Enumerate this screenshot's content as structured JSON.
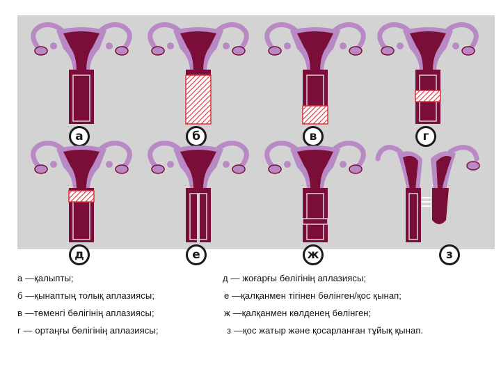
{
  "figure": {
    "colors": {
      "panel_bg": "#d3d3d3",
      "tube_lilac": "#b889c4",
      "tissue_maroon": "#7a0e38",
      "hatch_red": "#e0303a"
    },
    "panels": [
      {
        "label": "а",
        "variant": "normal"
      },
      {
        "label": "б",
        "variant": "complete-aplasia"
      },
      {
        "label": "в",
        "variant": "lower-aplasia"
      },
      {
        "label": "г",
        "variant": "middle-aplasia"
      },
      {
        "label": "д",
        "variant": "upper-aplasia"
      },
      {
        "label": "е",
        "variant": "longitudinal-septum"
      },
      {
        "label": "ж",
        "variant": "transverse-septum"
      },
      {
        "label": "з",
        "variant": "double-uterus"
      }
    ]
  },
  "legend": {
    "left": [
      "а —қалыпты;",
      "б —қынаптың толық аплазиясы;",
      "в —төменгі бөлігінің  аплазиясы;",
      "г — ортаңғы бөлігінің аплазиясы;"
    ],
    "right": [
      "д — жоғарғы бөлігінің аплазиясы;",
      "е —қалқанмен  тігінен бөлінген/қос қынап;",
      "ж —қалқанмен  көлденең  бөлінген;",
      "з —қос жатыр және қосарланған тұйық қынап."
    ]
  }
}
